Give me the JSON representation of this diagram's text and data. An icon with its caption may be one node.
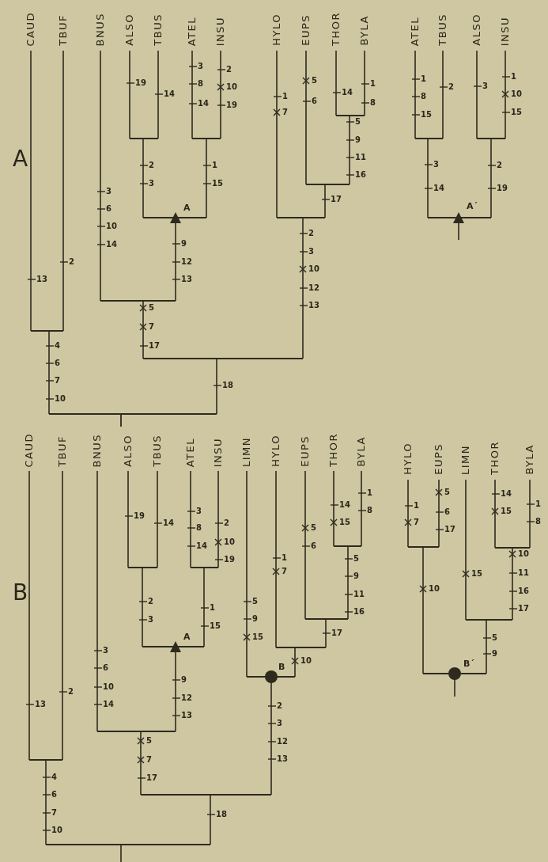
{
  "diagram": {
    "nodes": [
      {
        "text": [
          "CAUD"
        ]
      },
      {
        "text": [
          "TBUF"
        ]
      },
      {
        "text": [
          "BNUS"
        ]
      },
      {
        "text": [
          "ALSO"
        ]
      },
      {
        "text": [
          "TBUS"
        ]
      },
      {
        "text": [
          "ATEL"
        ]
      },
      {
        "text": [
          "INSU"
        ]
      },
      {
        "text": [
          "HYLO"
        ]
      },
      {
        "text": [
          "EUPS"
        ]
      },
      {
        "text": [
          "THOR"
        ]
      },
      {
        "text": [
          "BYLA"
        ]
      },
      {
        "text": [
          "ATEL"
        ]
      },
      {
        "text": [
          "TBUS"
        ]
      },
      {
        "text": [
          "ALSO"
        ]
      },
      {
        "text": [
          "INSU"
        ]
      },
      {
        "text": [],
        "shape": "bar"
      },
      {
        "text": [],
        "shape": "bar"
      },
      {
        "text": [],
        "shape": "bar"
      },
      {
        "text": [],
        "shape": "bar"
      },
      {
        "text": [],
        "shape": "bar"
      },
      {
        "text": [],
        "shape": "bar",
        "beside": [
          "A"
        ]
      },
      {
        "text": [],
        "shape": "bar"
      },
      {
        "text": [],
        "shape": "bar"
      },
      {
        "text": [],
        "shape": "bar"
      },
      {
        "text": [],
        "shape": "bar"
      },
      {
        "text": [],
        "shape": "bar"
      },
      {
        "text": [],
        "shape": "bar"
      },
      {
        "text": [],
        "shape": "bar",
        "beside": [
          "A´"
        ]
      },
      {
        "text": [
          "CAUD"
        ]
      },
      {
        "text": [
          "TBUF"
        ]
      },
      {
        "text": [
          "BNUS"
        ]
      },
      {
        "text": [
          "ALSO"
        ]
      },
      {
        "text": [
          "TBUS"
        ]
      },
      {
        "text": [
          "ATEL"
        ]
      },
      {
        "text": [
          "INSU"
        ]
      },
      {
        "text": [
          "LIMN"
        ]
      },
      {
        "text": [
          "HYLO"
        ]
      },
      {
        "text": [
          "EUPS"
        ]
      },
      {
        "text": [
          "THOR"
        ]
      },
      {
        "text": [
          "BYLA"
        ]
      },
      {
        "text": [
          "HYLO"
        ]
      },
      {
        "text": [
          "EUPS"
        ]
      },
      {
        "text": [
          "LIMN"
        ]
      },
      {
        "text": [
          "THOR"
        ]
      },
      {
        "text": [
          "BYLA"
        ]
      },
      {
        "text": [],
        "shape": "bar"
      },
      {
        "text": [],
        "shape": "bar"
      },
      {
        "text": [],
        "shape": "bar"
      },
      {
        "text": [],
        "shape": "bar"
      },
      {
        "text": [],
        "shape": "bar",
        "beside": [
          "A"
        ]
      },
      {
        "text": [],
        "shape": "bar"
      },
      {
        "text": [],
        "shape": "bar",
        "beside": [
          "B"
        ]
      },
      {
        "text": [],
        "shape": "bar"
      },
      {
        "text": [],
        "shape": "bar"
      },
      {
        "text": [],
        "shape": "bar"
      },
      {
        "text": [],
        "shape": "bar"
      },
      {
        "text": [],
        "shape": "bar"
      },
      {
        "text": [],
        "shape": "bar"
      },
      {
        "text": [],
        "shape": "bar"
      },
      {
        "text": [],
        "shape": "bar",
        "beside": [
          "B´"
        ]
      }
    ],
    "edges": [
      {
        "from": 15,
        "to": 0,
        "arrow": "none"
      },
      {
        "from": 15,
        "to": 1,
        "arrow": "none"
      },
      {
        "from": 24,
        "to": 15,
        "arrow": "none"
      },
      {
        "from": 16,
        "to": 3,
        "arrow": "none"
      },
      {
        "from": 16,
        "to": 4,
        "arrow": "none"
      },
      {
        "from": 17,
        "to": 5,
        "arrow": "none"
      },
      {
        "from": 17,
        "to": 6,
        "arrow": "none"
      },
      {
        "from": 20,
        "to": 16,
        "arrow": "none"
      },
      {
        "from": 20,
        "to": 17,
        "arrow": "none"
      },
      {
        "from": 22,
        "to": 2,
        "arrow": "none"
      },
      {
        "from": 22,
        "to": 20,
        "arrow": "to"
      },
      {
        "from": 23,
        "to": 22,
        "arrow": "none"
      },
      {
        "from": 18,
        "to": 9,
        "arrow": "none"
      },
      {
        "from": 18,
        "to": 10,
        "arrow": "none"
      },
      {
        "from": 19,
        "to": 8,
        "arrow": "none"
      },
      {
        "from": 19,
        "to": 18,
        "arrow": "none"
      },
      {
        "from": 21,
        "to": 7,
        "arrow": "none"
      },
      {
        "from": 21,
        "to": 19,
        "arrow": "none"
      },
      {
        "from": 23,
        "to": 21,
        "arrow": "none"
      },
      {
        "from": 24,
        "to": 23,
        "arrow": "none"
      },
      {
        "from": 25,
        "to": 11,
        "arrow": "none"
      },
      {
        "from": 25,
        "to": 12,
        "arrow": "none"
      },
      {
        "from": 26,
        "to": 13,
        "arrow": "none"
      },
      {
        "from": 26,
        "to": 14,
        "arrow": "none"
      },
      {
        "from": 27,
        "to": 25,
        "arrow": "none"
      },
      {
        "from": 27,
        "to": 26,
        "arrow": "none"
      },
      {
        "from": null,
        "to": 27,
        "arrow": "to"
      },
      {
        "from": 53,
        "to": 28,
        "arrow": "none"
      },
      {
        "from": 53,
        "to": 29,
        "arrow": "none"
      },
      {
        "from": 55,
        "to": 53,
        "arrow": "none"
      },
      {
        "from": 45,
        "to": 31,
        "arrow": "none"
      },
      {
        "from": 45,
        "to": 32,
        "arrow": "none"
      },
      {
        "from": 46,
        "to": 33,
        "arrow": "none"
      },
      {
        "from": 46,
        "to": 34,
        "arrow": "none"
      },
      {
        "from": 49,
        "to": 45,
        "arrow": "none"
      },
      {
        "from": 49,
        "to": 46,
        "arrow": "none"
      },
      {
        "from": 52,
        "to": 30,
        "arrow": "none"
      },
      {
        "from": 52,
        "to": 49,
        "arrow": "to"
      },
      {
        "from": 54,
        "to": 52,
        "arrow": "none"
      },
      {
        "from": 47,
        "to": 38,
        "arrow": "none"
      },
      {
        "from": 47,
        "to": 39,
        "arrow": "none"
      },
      {
        "from": 48,
        "to": 37,
        "arrow": "none"
      },
      {
        "from": 48,
        "to": 47,
        "arrow": "none"
      },
      {
        "from": 50,
        "to": 36,
        "arrow": "none"
      },
      {
        "from": 50,
        "to": 48,
        "arrow": "none"
      },
      {
        "from": 51,
        "to": 35,
        "arrow": "none"
      },
      {
        "from": 51,
        "to": 50,
        "arrow": "none"
      },
      {
        "from": 54,
        "to": 51,
        "arrow": "other"
      },
      {
        "from": 55,
        "to": 54,
        "arrow": "none"
      },
      {
        "from": 55,
        "to": null,
        "arrow": "none"
      },
      {
        "from": 56,
        "to": 40,
        "arrow": "none"
      },
      {
        "from": 56,
        "to": 41,
        "arrow": "none"
      },
      {
        "from": 58,
        "to": 42,
        "arrow": "none"
      },
      {
        "from": 57,
        "to": 43,
        "arrow": "none"
      },
      {
        "from": 57,
        "to": 44,
        "arrow": "none"
      },
      {
        "from": 58,
        "to": 57,
        "arrow": "none"
      },
      {
        "from": 59,
        "to": 56,
        "arrow": "none"
      },
      {
        "from": 59,
        "to": 58,
        "arrow": "none"
      },
      {
        "from": null,
        "to": 59,
        "arrow": "other"
      }
    ],
    "labels": [
      "A",
      "13",
      "2",
      "4",
      "6",
      "7",
      "10",
      "19",
      "14",
      "3",
      "8",
      "14",
      "2",
      "10",
      "19",
      "2",
      "3",
      "1",
      "15",
      "3",
      "6",
      "10",
      "14",
      "9",
      "12",
      "13",
      "5",
      "7",
      "17",
      "14",
      "1",
      "8",
      "5",
      "6",
      "5",
      "9",
      "11",
      "16",
      "1",
      "7",
      "17",
      "2",
      "3",
      "10",
      "12",
      "13",
      "18",
      "1",
      "8",
      "15",
      "2",
      "3",
      "1",
      "10",
      "15",
      "3",
      "14",
      "2",
      "19",
      "B",
      "13",
      "2",
      "4",
      "6",
      "7",
      "10",
      "19",
      "14",
      "3",
      "8",
      "14",
      "2",
      "10",
      "19",
      "2",
      "3",
      "1",
      "15",
      "3",
      "6",
      "10",
      "14",
      "9",
      "12",
      "13",
      "5",
      "7",
      "17",
      "14",
      "15",
      "1",
      "8",
      "5",
      "6",
      "5",
      "9",
      "11",
      "16",
      "1",
      "7",
      "17",
      "5",
      "9",
      "15",
      "10",
      "2",
      "3",
      "12",
      "13",
      "18",
      "1",
      "7",
      "5",
      "6",
      "17",
      "15",
      "14",
      "15",
      "1",
      "8",
      "10",
      "11",
      "16",
      "17",
      "10",
      "5",
      "9"
    ]
  }
}
